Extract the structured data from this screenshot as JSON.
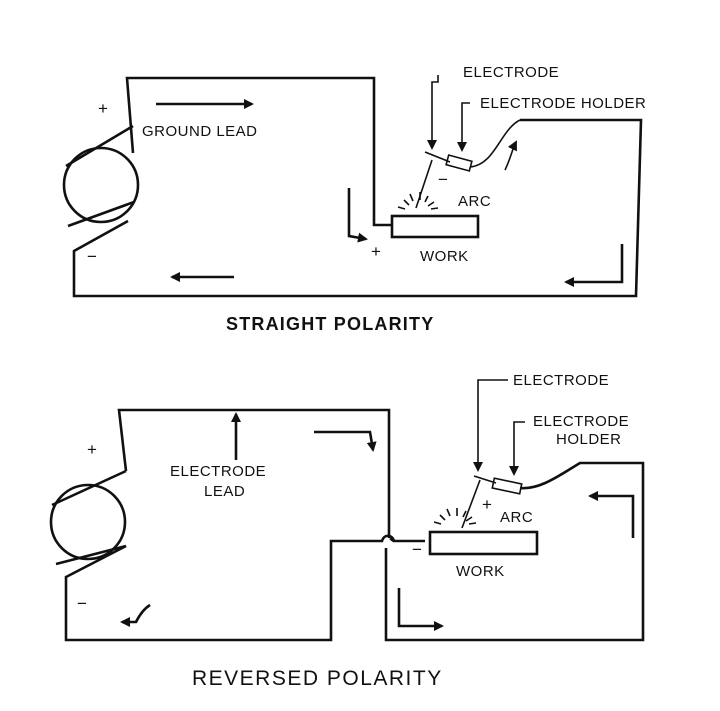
{
  "straight": {
    "caption": "STRAIGHT POLARITY",
    "ground_lead": "GROUND LEAD",
    "electrode": "ELECTRODE",
    "electrode_holder": "ELECTRODE HOLDER",
    "arc": "ARC",
    "work": "WORK",
    "plus": "+",
    "minus": "−"
  },
  "reversed": {
    "caption": "REVERSED POLARITY",
    "electrode_lead_1": "ELECTRODE",
    "electrode_lead_2": "LEAD",
    "electrode": "ELECTRODE",
    "electrode_holder_1": "ELECTRODE",
    "electrode_holder_2": "HOLDER",
    "arc": "ARC",
    "work": "WORK",
    "plus": "+",
    "minus": "−"
  }
}
